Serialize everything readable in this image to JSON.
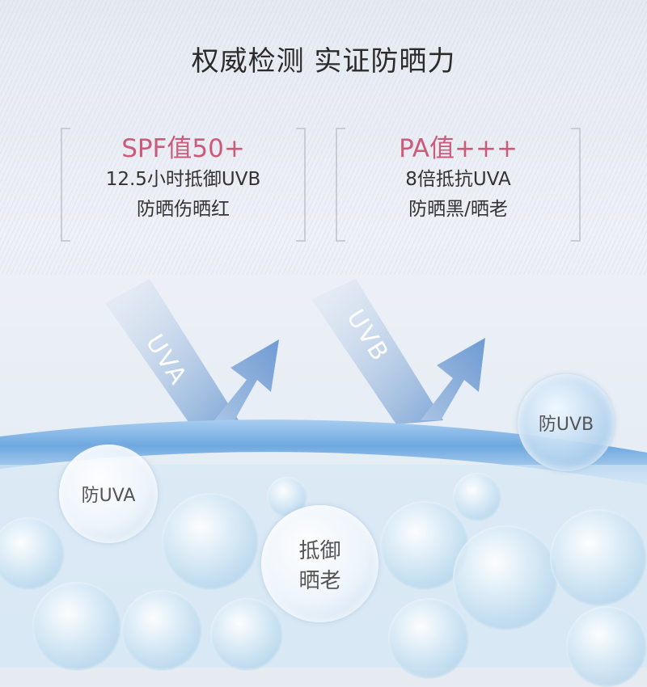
{
  "title": "权威检测 实证防晒力",
  "spf": {
    "heading": "SPF值50+",
    "line1": "12.5小时抵御UVB",
    "line2": "防晒伤晒红"
  },
  "pa": {
    "heading": "PA值+++",
    "line1": "8倍抵抗UVA",
    "line2": "防晒黑/晒老"
  },
  "arrows": {
    "uva": "UVA",
    "uvb": "UVB"
  },
  "bubbles": {
    "uva": "防UVA",
    "aging_line1": "抵御",
    "aging_line2": "晒老",
    "uvb": "防UVB"
  },
  "colors": {
    "accent": "#cc5a7a",
    "arrow": "#8fb3dc",
    "surface": "#7fb0e0"
  }
}
